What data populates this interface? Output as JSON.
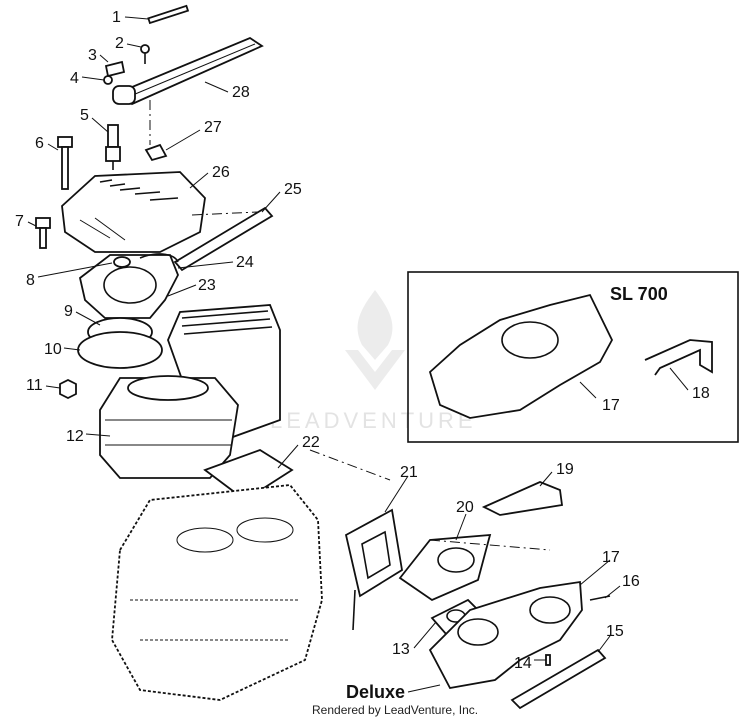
{
  "diagram": {
    "callouts": [
      {
        "id": "c1",
        "text": "1"
      },
      {
        "id": "c2",
        "text": "2"
      },
      {
        "id": "c3",
        "text": "3"
      },
      {
        "id": "c4",
        "text": "4"
      },
      {
        "id": "c5",
        "text": "5"
      },
      {
        "id": "c6",
        "text": "6"
      },
      {
        "id": "c7",
        "text": "7"
      },
      {
        "id": "c8",
        "text": "8"
      },
      {
        "id": "c9",
        "text": "9"
      },
      {
        "id": "c10",
        "text": "10"
      },
      {
        "id": "c11",
        "text": "11"
      },
      {
        "id": "c12",
        "text": "12"
      },
      {
        "id": "c13",
        "text": "13"
      },
      {
        "id": "c14",
        "text": "14"
      },
      {
        "id": "c15",
        "text": "15"
      },
      {
        "id": "c16",
        "text": "16"
      },
      {
        "id": "c17a",
        "text": "17"
      },
      {
        "id": "c17b",
        "text": "17"
      },
      {
        "id": "c18",
        "text": "18"
      },
      {
        "id": "c19",
        "text": "19"
      },
      {
        "id": "c20",
        "text": "20"
      },
      {
        "id": "c21",
        "text": "21"
      },
      {
        "id": "c22",
        "text": "22"
      },
      {
        "id": "c23",
        "text": "23"
      },
      {
        "id": "c24",
        "text": "24"
      },
      {
        "id": "c25",
        "text": "25"
      },
      {
        "id": "c26",
        "text": "26"
      },
      {
        "id": "c27",
        "text": "27"
      },
      {
        "id": "c28",
        "text": "28"
      }
    ],
    "inset_title": "SL 700",
    "deluxe_label": "Deluxe",
    "credit": "Rendered by LeadVenture, Inc.",
    "watermark": "LEADVENTURE"
  }
}
